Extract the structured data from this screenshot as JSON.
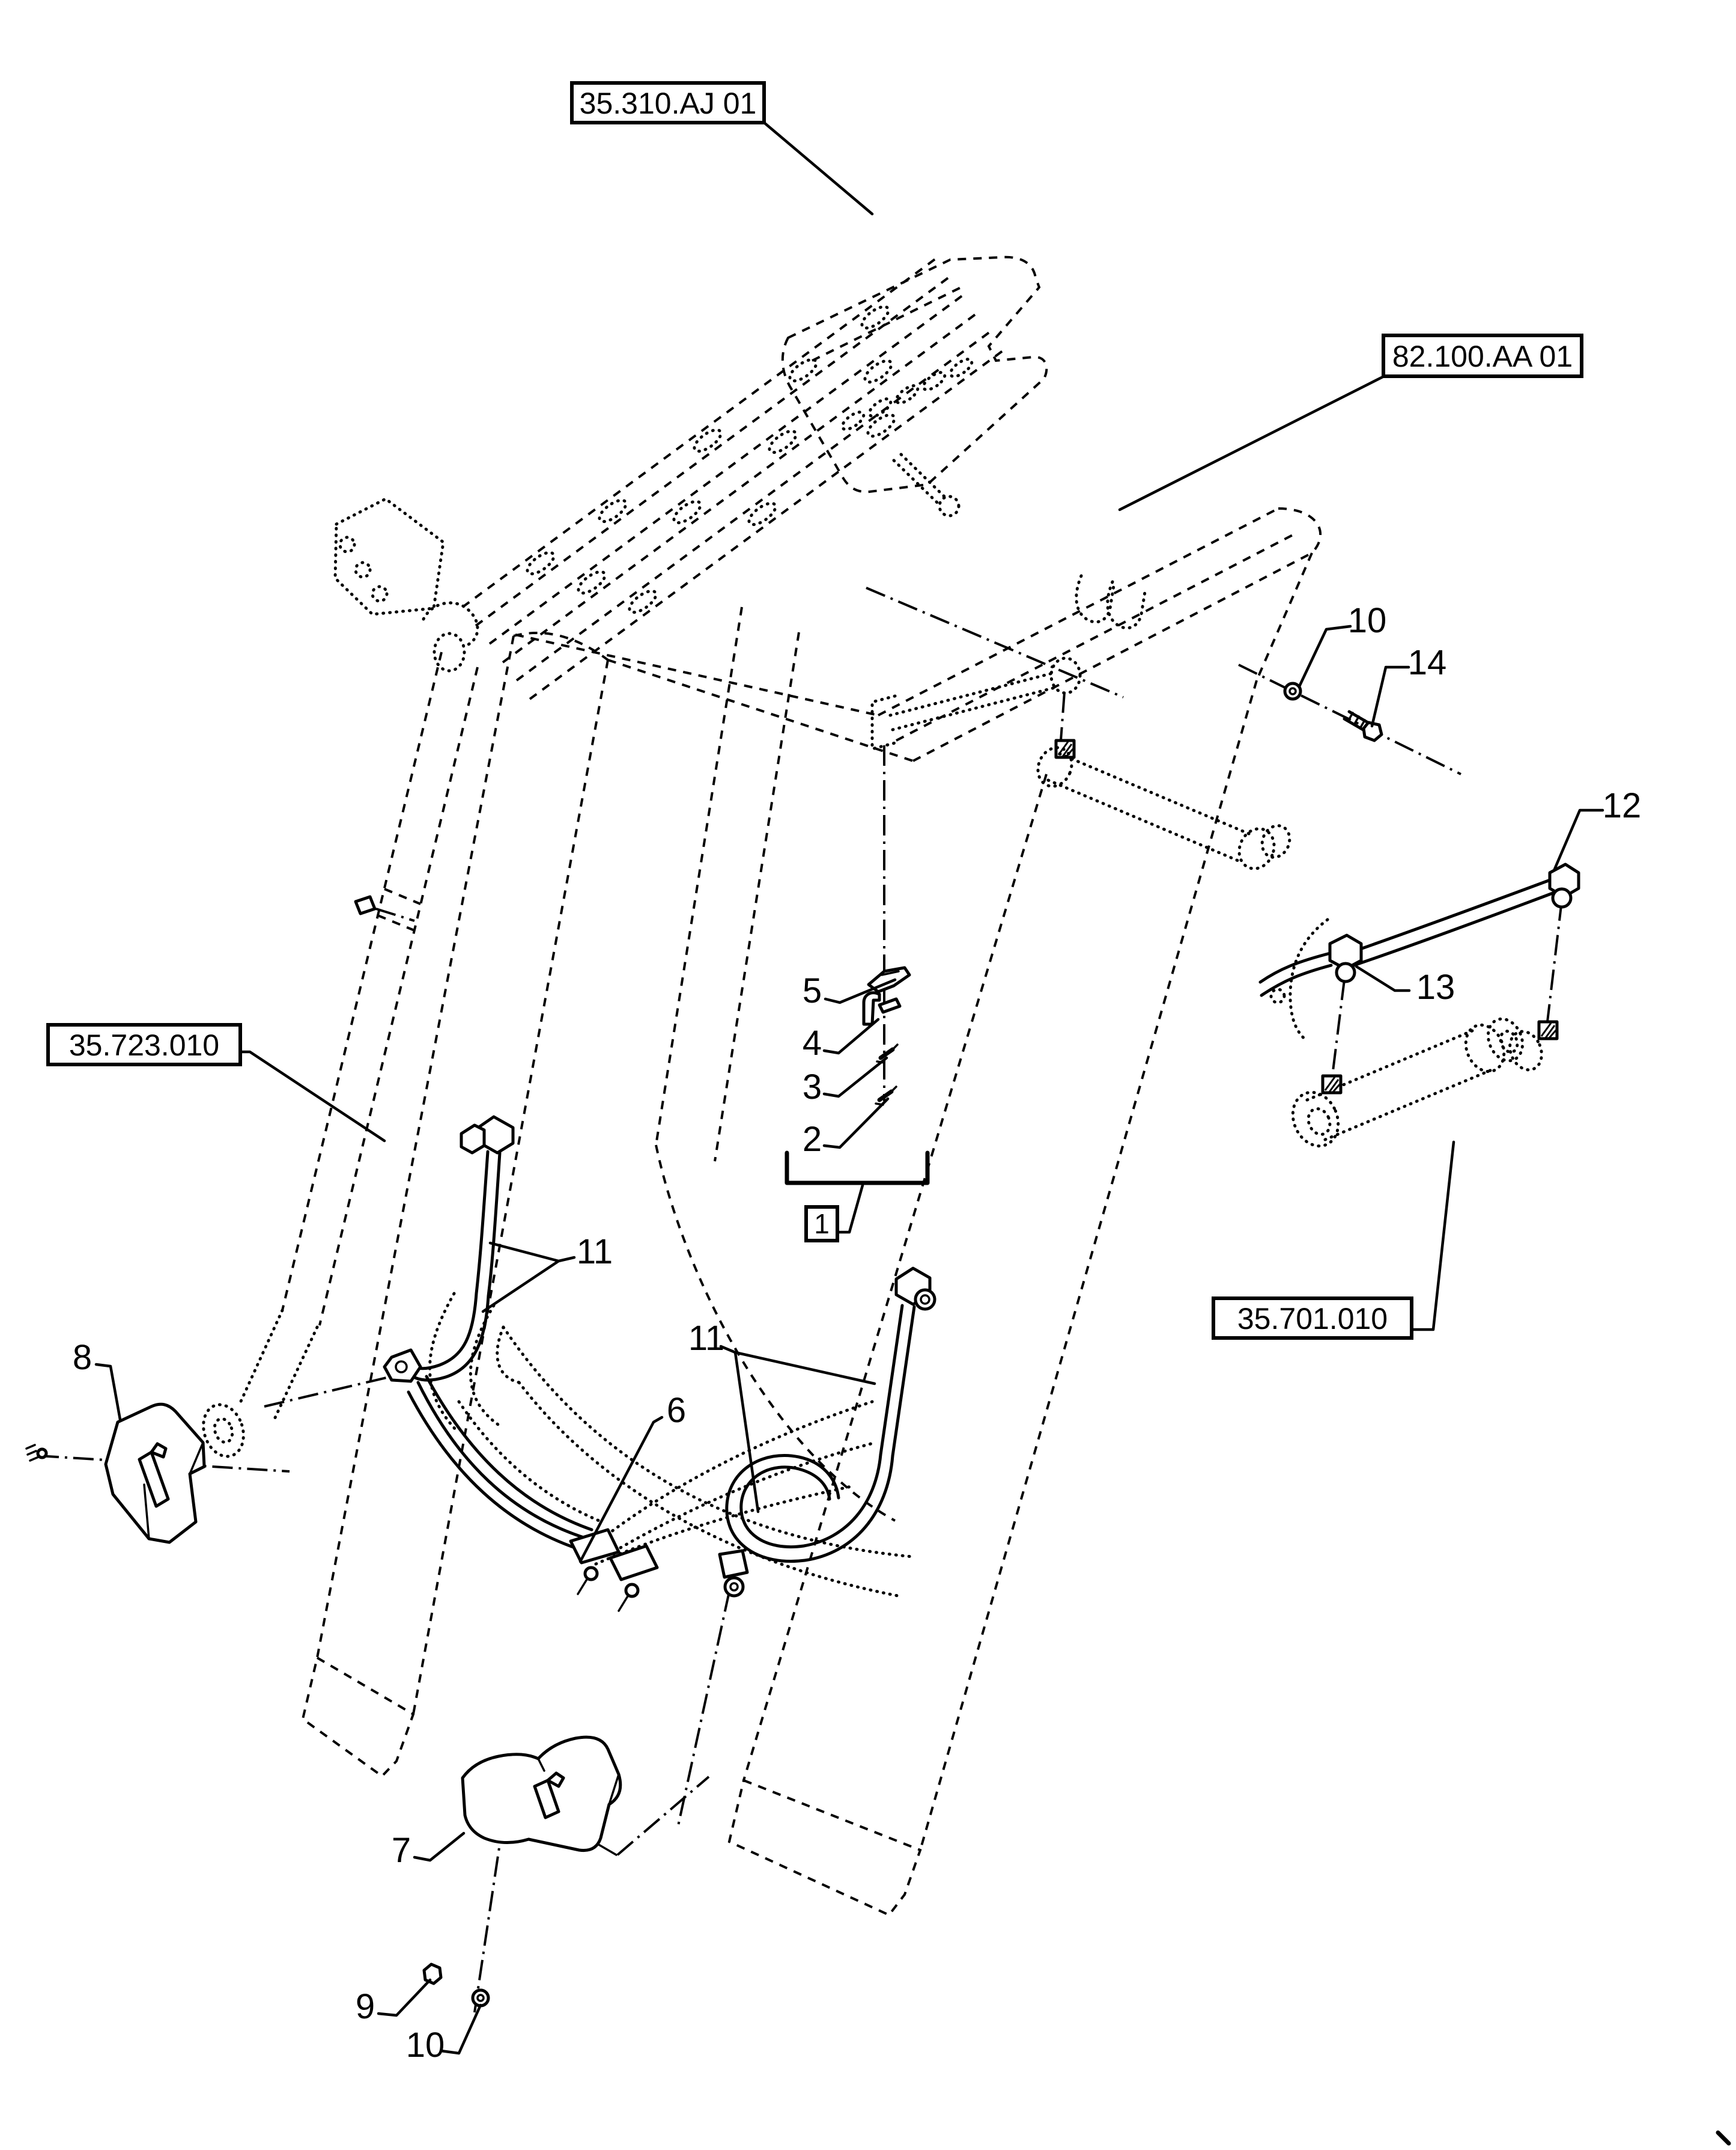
{
  "colors": {
    "background": "#ffffff",
    "ink": "#000000"
  },
  "ref_boxes": [
    {
      "id": "35-310-AJ-01",
      "label": "35.310.AJ 01"
    },
    {
      "id": "82-100-AA-01",
      "label": "82.100.AA 01"
    },
    {
      "id": "35-723-010",
      "label": "35.723.010"
    },
    {
      "id": "35-701-010",
      "label": "35.701.010"
    }
  ],
  "callouts": {
    "item1": "1",
    "item2": "2",
    "item3": "3",
    "item4": "4",
    "item5": "5",
    "item6": "6",
    "item7": "7",
    "item8": "8",
    "item9": "9",
    "item10_top": "10",
    "item10_bottom": "10",
    "item11_left": "11",
    "item11_right": "11",
    "item12": "12",
    "item13": "13",
    "item14": "14"
  }
}
